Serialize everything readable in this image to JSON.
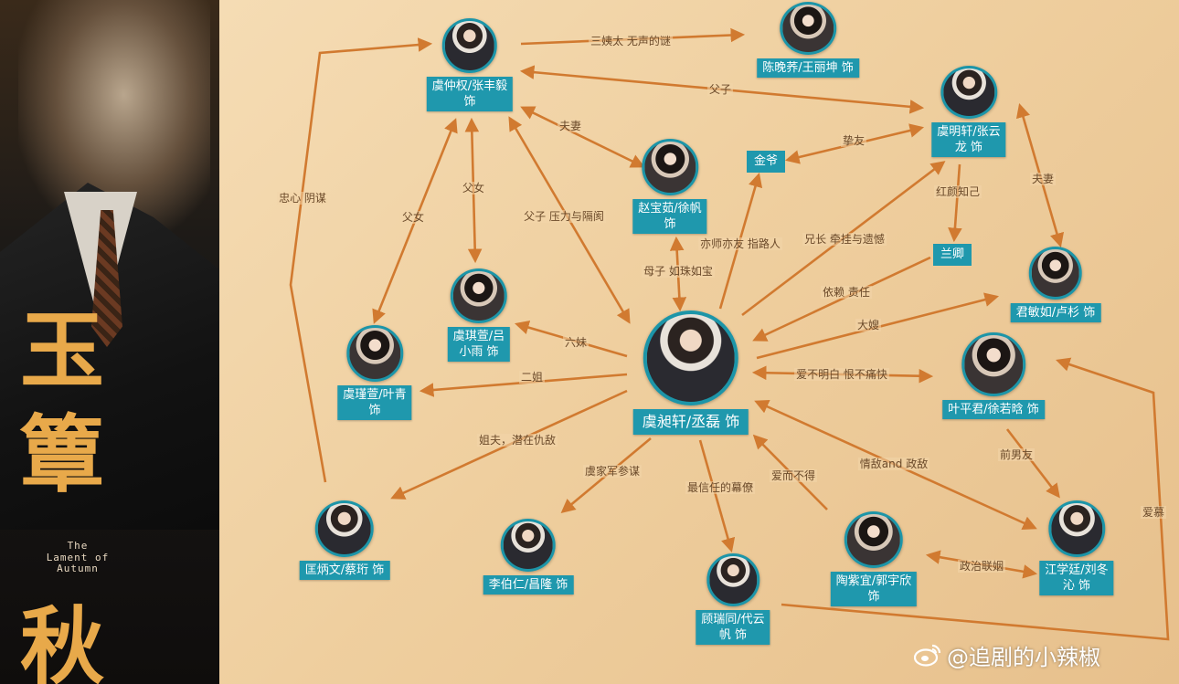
{
  "poster": {
    "title_chars": [
      "玉",
      "簟",
      "秋"
    ],
    "subtitle_lines": [
      "The",
      "Lament of",
      "Autumn"
    ]
  },
  "nodes": {
    "yu_zhongquan": {
      "label": "虞仲权/张丰毅\n饰"
    },
    "chen_wanqiao": {
      "label": "陈晚荞/王丽坤 饰"
    },
    "yu_mingxuan": {
      "label": "虞明轩/张云\n龙 饰"
    },
    "jin_ye": {
      "label": "金爷"
    },
    "zhao_baoru": {
      "label": "赵宝茹/徐帆\n饰"
    },
    "lan_qing": {
      "label": "兰卿"
    },
    "jun_minru": {
      "label": "君敏如/卢杉 饰"
    },
    "yu_qixuan_six": {
      "label": "虞琪萱/吕\n小雨 饰"
    },
    "yu_jinxuan": {
      "label": "虞瑾萱/叶青\n饰"
    },
    "yu_xuxuan": {
      "label": "虞昶轩/丞磊 饰"
    },
    "ye_pingjun": {
      "label": "叶平君/徐若晗 饰"
    },
    "kuang_bingwen": {
      "label": "匡炳文/蔡珩 饰"
    },
    "li_boren": {
      "label": "李伯仁/昌隆 饰"
    },
    "gu_ruitong": {
      "label": "顾瑞同/代云\n帆 饰"
    },
    "tao_ziyi": {
      "label": "陶紫宜/郭宇欣\n饰"
    },
    "jiang_xueting": {
      "label": "江学廷/刘冬\n沁 饰"
    }
  },
  "edges": {
    "sanyitai": "三姨太 无声的谜",
    "fuzi_top": "父子",
    "fuqi_left": "夫妻",
    "zhiyou": "挚友",
    "zhongxin": "忠心 阴谋",
    "funv_left": "父女",
    "funv_mid": "父女",
    "fuzi_pressure": "父子 压力与隔阂",
    "hongyan": "红颜知己",
    "fuqi_right": "夫妻",
    "yishi": "亦师亦友 指路人",
    "xiongzhang": "兄长 牵挂与遗憾",
    "muzi": "母子 如珠如宝",
    "yilai": "依赖 责任",
    "dasao": "大嫂",
    "liumei": "六妹",
    "erjie": "二姐",
    "aibumingbai": "爱不明白 恨不痛快",
    "jiefu": "姐夫，潜在仇敌",
    "yujiajun": "虞家军参谋",
    "zuixinren": "最信任的幕僚",
    "aierbude": "爱而不得",
    "qingdi": "情敌and 政敌",
    "qiannanyou": "前男友",
    "zhengzhi": "政治联姻",
    "aimu": "爱慕"
  },
  "watermark": {
    "text": "@追剧的小辣椒"
  },
  "colors": {
    "node_bg": "#1f98ad",
    "arrow": "#d17a30",
    "background": "#efcf9f",
    "title": "#e8a94a"
  }
}
